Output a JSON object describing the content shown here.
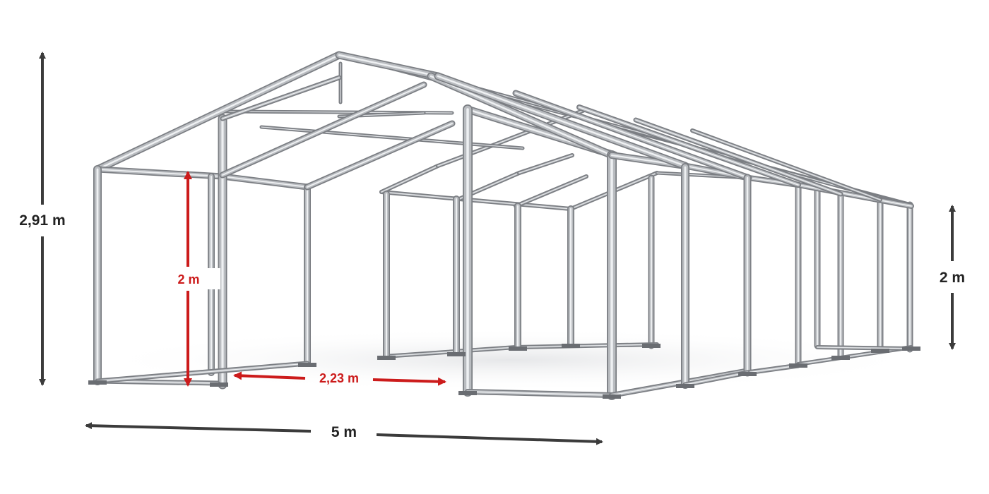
{
  "dimensions": {
    "total_height": "2,91 m",
    "side_height_right": "2 m",
    "inner_height": "2 m",
    "bay_spacing": "2,23 m",
    "width": "5 m"
  },
  "colors": {
    "frame_dark": "#7b7e83",
    "frame_light": "#b9bcc0",
    "highlight": "#eef0f2",
    "dimension_dark": "#3b3b3b",
    "dimension_red": "#cc1b1b",
    "background": "#ffffff"
  }
}
